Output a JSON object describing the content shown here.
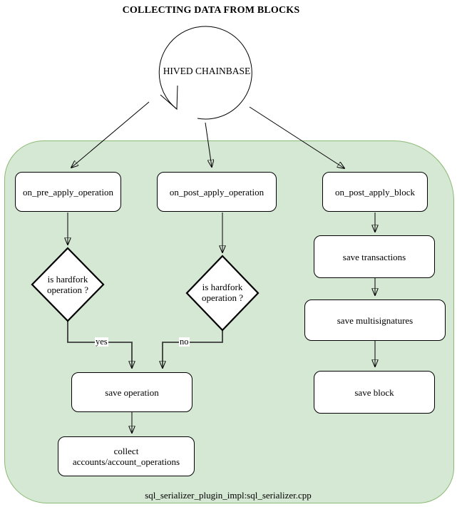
{
  "diagram": {
    "title": "COLLECTING DATA FROM BLOCKS",
    "root_label": "HIVED CHAINBASE",
    "caption": "sql_serializer_plugin_impl:sql_serializer.cpp",
    "colors": {
      "container_fill": "#d5e8d4",
      "container_stroke": "#8cba74",
      "node_fill": "#ffffff"
    },
    "handlers": {
      "pre_apply_operation": "on_pre_apply_operation",
      "post_apply_operation": "on_post_apply_operation",
      "post_apply_block": "on_post_apply_block"
    },
    "decisions": {
      "pre": {
        "line1": "is hardfork",
        "line2": "operation ?"
      },
      "post": {
        "line1": "is hardfork",
        "line2": "operation ?"
      }
    },
    "branch_labels": {
      "yes": "yes",
      "no": "no"
    },
    "steps": {
      "save_operation": "save operation",
      "collect": {
        "line1": "collect",
        "line2": "accounts/account_operations"
      },
      "save_transactions": "save transactions",
      "save_multisignatures": "save multisignatures",
      "save_block": "save block"
    }
  }
}
